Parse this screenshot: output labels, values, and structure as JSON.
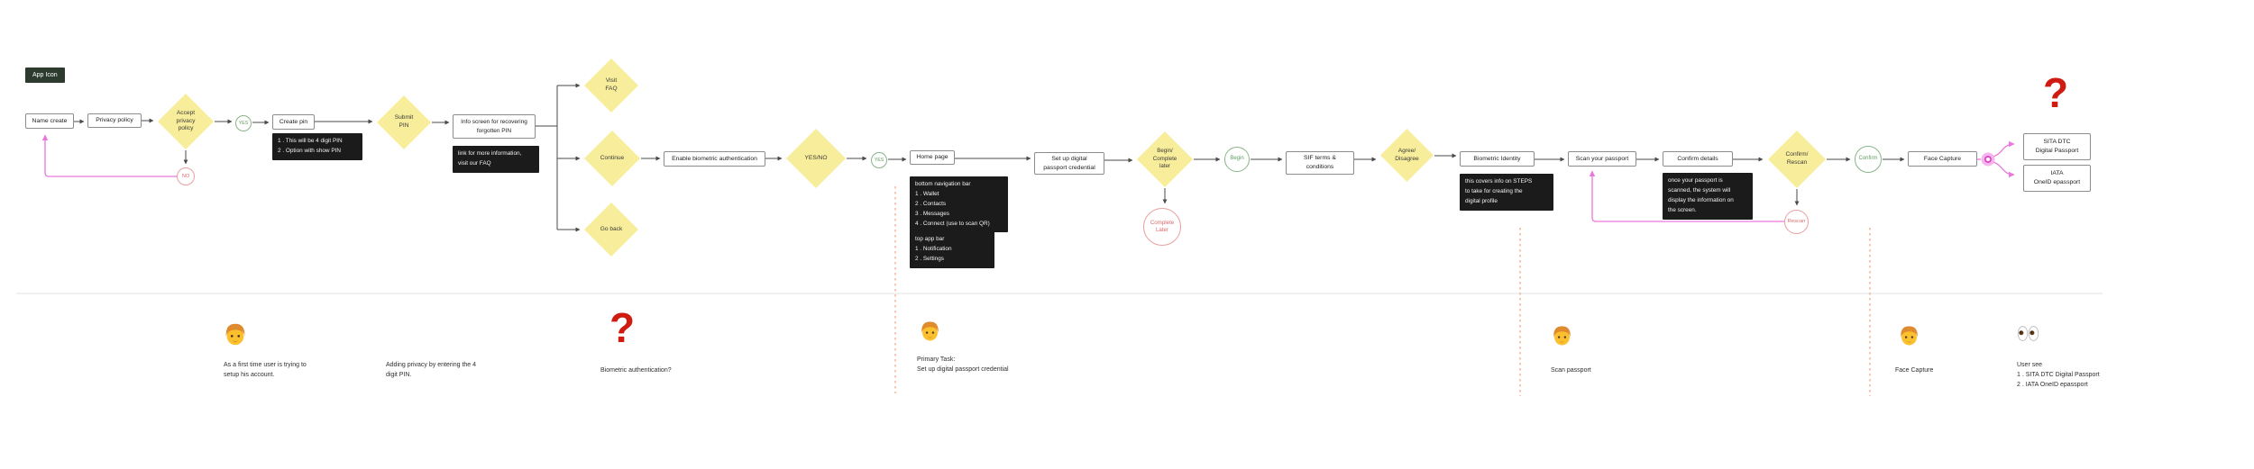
{
  "colors": {
    "diamond_yellow": "#F8ED9A",
    "note_bg": "#1B1B1B",
    "note_text": "#F2F2F2",
    "box_border": "#8C8C8C",
    "arrow": "#4A4A4A",
    "green": "#5F9E5F",
    "green_border": "#8AB48A",
    "red": "#D96A6A",
    "red_border": "#E9A0A0",
    "pink": "#EC77DC",
    "pink_node": "#D936C3",
    "dashed_line": "#F2A27E",
    "qmark_red": "#CF1B10",
    "badge_bg": "#2C3B2D"
  },
  "badge": {
    "label": "App Icon"
  },
  "nodes": {
    "name_create": "Name create",
    "privacy_policy": "Privacy policy",
    "accept_privacy": "Accept\nprivacy\npolicy",
    "yes1": "YES",
    "no1": "NO",
    "create_pin": "Create pin",
    "submit_pin": "Submit\nPIN",
    "info_screen": "Info screen for recovering\nforgotten PIN",
    "visit_faq": "Visit\nFAQ",
    "continue": "Continue",
    "go_back": "Go back",
    "enable_biometric": "Enable biometric authentication",
    "yes_no": "YES/NO",
    "yes2": "YES",
    "home_page": "Home page",
    "setup_credential": "Set up digital\npassport credential",
    "begin_complete": "Begin/\nComplete\nlater",
    "begin": "Begin",
    "complete_later": "Complete\nLater",
    "sif_terms": "SIF terms &\nconditions",
    "agree_disagree": "Agree/\nDisagree",
    "biometric_identity": "Biometric Identity",
    "scan_passport": "Scan your passport",
    "confirm_details": "Confirm details",
    "confirm_rescan": "Confirm/\nRescan",
    "confirm": "Confirm",
    "rescan": "Rescan",
    "face_capture": "Face Capture",
    "sita_dtc": "SITA DTC\nDigital Passport",
    "iata_oneid": "IATA\nOneID epassport"
  },
  "notes": {
    "pin": "1 . This will be 4 digit PIN\n2 . Option with show PIN",
    "faq": "link for more information,\nvisit our FAQ",
    "bottom_nav": "bottom navigation bar\n1 . Wallet\n2 . Contacts\n3 . Messages\n4 . Connect (use to scan QR)",
    "top_bar": "top app bar\n1 . Notification\n2 . Settings",
    "steps": "this covers info on STEPS\nto take for creating the\ndigital profile",
    "scanned": "once your passport is\nscanned, the system will\ndisplay the information on\nthe screen."
  },
  "annotations": {
    "first_user": "As a first time user is trying to\nsetup his account.",
    "adding_privacy": "Adding privacy by entering the 4\ndigit PIN.",
    "question_mid": "?",
    "biometric_q": "Biometric authentication?",
    "primary_task": "Primary Task:\nSet up digital passport credential",
    "scan_passport": "Scan passport",
    "face_capture": "Face Capture",
    "user_see": "User see\n1 . SITA DTC Digital Passport\n2 . IATA OneID epassport",
    "question_top": "?"
  }
}
